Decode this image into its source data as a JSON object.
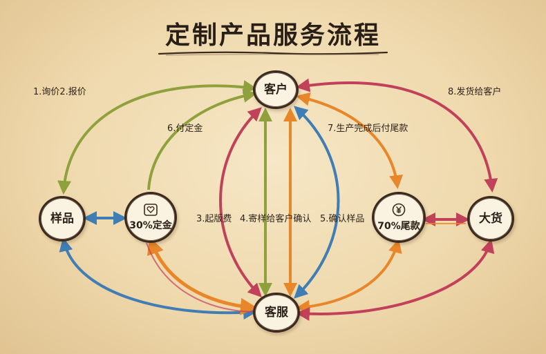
{
  "title": "定制产品服务流程",
  "nodes": {
    "customer": "客户",
    "sample": "样品",
    "deposit": "30%定金",
    "service": "客服",
    "balance": "70%尾款",
    "bulk": "大货"
  },
  "steps": {
    "s1": "1.询价2.报价",
    "s6": "6.付定金",
    "s7": "7.生产完成后付尾款",
    "s8": "8.发货给客户",
    "s3": "3.起版费",
    "s4": "4.寄样给客户确认",
    "s5": "5.确认样品"
  },
  "colors": {
    "green": "#8fa13c",
    "red": "#c2415a",
    "orange": "#e8872a",
    "blue": "#3f7db4",
    "ink": "#3a2a1e"
  },
  "icons": {
    "deposit": "heart-card-icon",
    "balance": "yuan-coin-icon"
  }
}
